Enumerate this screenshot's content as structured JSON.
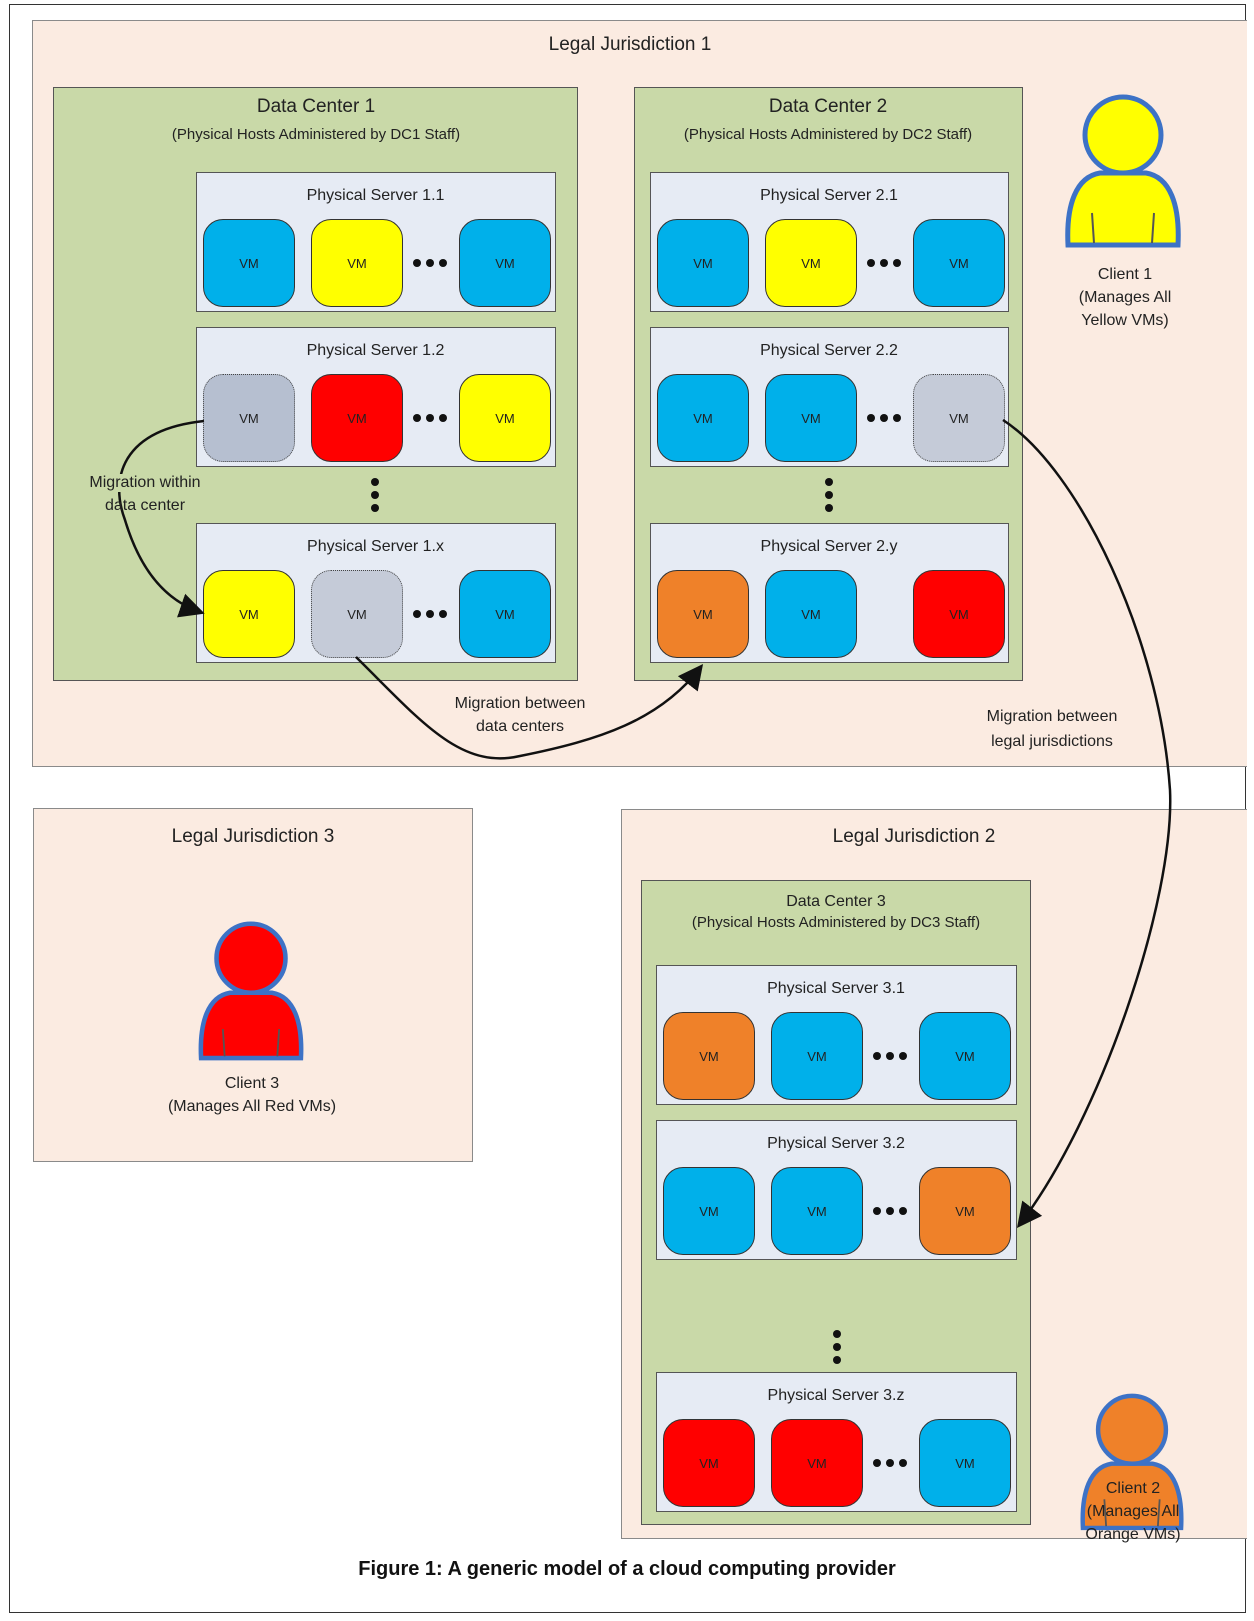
{
  "colors": {
    "blue": "#00b0ea",
    "yellow": "#ffff00",
    "red": "#ff0000",
    "orange": "#ef8129",
    "ghost": "#c5cbd8",
    "region_fill": "#fbebe1",
    "datacenter_fill": "#c9d9a8",
    "server_fill": "#e6ebf4"
  },
  "jurisdictions": {
    "j1": "Legal Jurisdiction 1",
    "j2": "Legal Jurisdiction 2",
    "j3": "Legal Jurisdiction 3"
  },
  "datacenters": {
    "dc1": {
      "title": "Data Center 1",
      "subtitle": "(Physical Hosts Administered by DC1 Staff)"
    },
    "dc2": {
      "title": "Data Center 2",
      "subtitle": "(Physical Hosts Administered by DC2 Staff)"
    },
    "dc3": {
      "title": "Data Center 3",
      "subtitle": "(Physical Hosts Administered by DC3 Staff)"
    }
  },
  "vm_label": "VM",
  "servers": [
    {
      "title": "Physical Server 1.1",
      "vms": [
        "blue",
        "yellow",
        "blue"
      ]
    },
    {
      "title": "Physical Server 1.2",
      "vms": [
        "ghost-dark",
        "red",
        "yellow"
      ]
    },
    {
      "title": "Physical Server 1.x",
      "vms": [
        "yellow",
        "ghost",
        "blue"
      ]
    },
    {
      "title": "Physical Server 2.1",
      "vms": [
        "blue",
        "yellow",
        "blue"
      ]
    },
    {
      "title": "Physical Server 2.2",
      "vms": [
        "blue",
        "blue",
        "ghost"
      ]
    },
    {
      "title": "Physical Server 2.y",
      "vms": [
        "orange",
        "blue",
        "red"
      ]
    },
    {
      "title": "Physical Server 3.1",
      "vms": [
        "orange",
        "blue",
        "blue"
      ]
    },
    {
      "title": "Physical Server 3.2",
      "vms": [
        "blue",
        "blue",
        "orange"
      ]
    },
    {
      "title": "Physical Server 3.z",
      "vms": [
        "red",
        "red",
        "blue"
      ]
    }
  ],
  "clients": {
    "c1": {
      "line1": "Client 1",
      "line2": "(Manages All",
      "line3": "Yellow VMs)",
      "color": "#ffff00"
    },
    "c2": {
      "line1": "Client 2",
      "line2": "(Manages All",
      "line3": "Orange VMs)",
      "color": "#ef8129"
    },
    "c3": {
      "line1": "Client 3",
      "line2": "(Manages All Red VMs)",
      "color": "#ff0000"
    }
  },
  "migrations": {
    "within_line1": "Migration within",
    "within_line2": "data center",
    "between_dc_line1": "Migration between",
    "between_dc_line2": "data centers",
    "between_legal_line1": "Migration between",
    "between_legal_line2": "legal jurisdictions"
  },
  "caption": "Figure 1: A generic model of a cloud computing provider"
}
